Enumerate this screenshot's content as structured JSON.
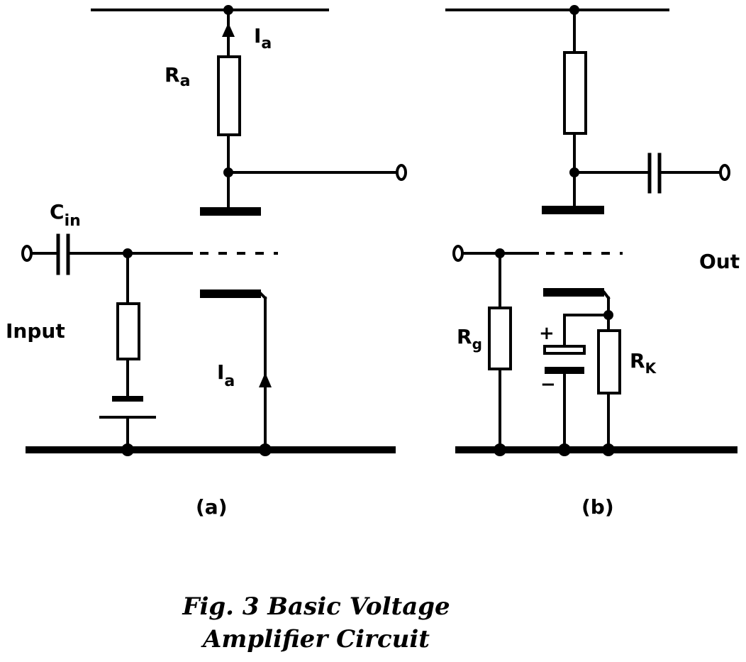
{
  "diagram": {
    "circuit_a": {
      "label": "(a)",
      "anode_current": "I",
      "anode_current_sub": "a",
      "anode_resistor": "R",
      "anode_resistor_sub": "a",
      "input_capacitor": "C",
      "input_capacitor_sub": "in",
      "input_label": "Input",
      "cathode_current": "I",
      "cathode_current_sub": "a"
    },
    "circuit_b": {
      "label": "(b)",
      "output_label": "Out",
      "grid_resistor": "R",
      "grid_resistor_sub": "g",
      "cathode_resistor": "R",
      "cathode_resistor_sub": "K",
      "plus_sign": "+",
      "minus_sign": "−"
    },
    "caption_line1": "Fig. 3  Basic Voltage",
    "caption_line2": "Amplifier Circuit"
  }
}
